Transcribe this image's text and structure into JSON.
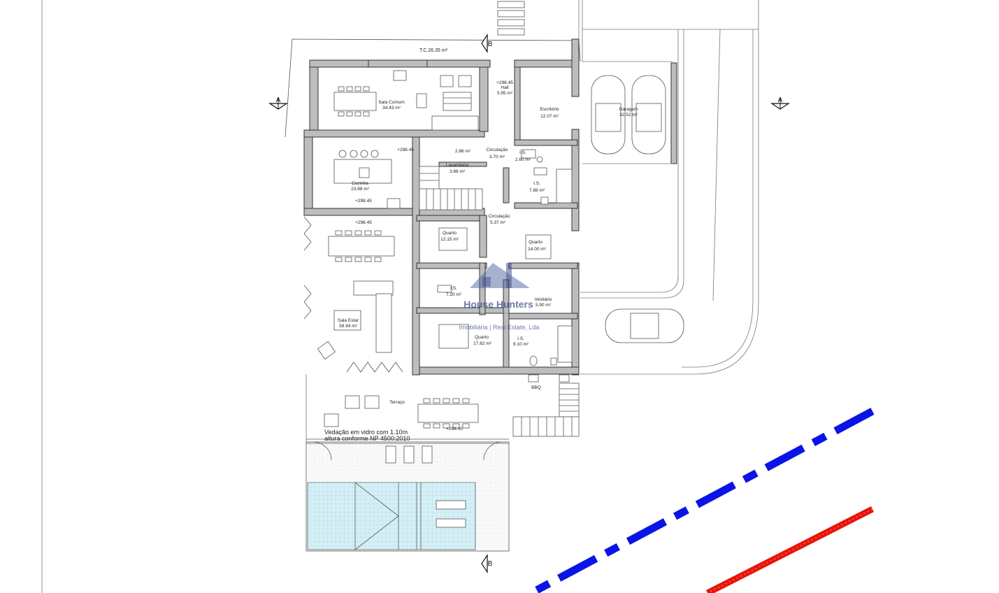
{
  "plan": {
    "tc_label": "T.C.26.35 m²",
    "section_a": "A",
    "section_b": "B",
    "levels": {
      "l1": "+298.45",
      "l2": "+298.45",
      "l3": "+298.45",
      "l4": "+298.45",
      "l5": "+298.45"
    },
    "rooms": [
      {
        "name": "Sala Comum",
        "area": "34.43 m²"
      },
      {
        "name": "Hall",
        "area": "5.95 m²"
      },
      {
        "name": "Escritório",
        "area": "12.07 m²"
      },
      {
        "name": "Garagem",
        "area": "32.52 m²"
      },
      {
        "name": "Cozinha",
        "area": "23.88 m²"
      },
      {
        "name": "Lavandaria",
        "area": "3.86 m²"
      },
      {
        "name": "Circulação",
        "area": "3.70 m²"
      },
      {
        "name": "I.S.",
        "area": "2.60 m²"
      },
      {
        "name": "I.S.",
        "area": "7.88 m²"
      },
      {
        "name": "Circulação",
        "area": "5.37 m²"
      },
      {
        "name": "Quarto",
        "area": "12.15 m²"
      },
      {
        "name": "Quarto",
        "area": "14.00 m²"
      },
      {
        "name": "I.S.",
        "area": "7.20 m²"
      },
      {
        "name": "Vestiário",
        "area": "5.90 m²"
      },
      {
        "name": "Sala Estar",
        "area": "58.94 m²"
      },
      {
        "name": "Quarto",
        "area": "17.82 m²"
      },
      {
        "name": "I.S.",
        "area": "9.10 m²"
      }
    ],
    "small_area": "2.86 m²",
    "bbq": "BBQ",
    "terrace": "Terraço",
    "note_line1": "Vedação em vidro com 1.10m",
    "note_line2": "altura conforme NP 4500:2010"
  },
  "watermark": {
    "brand": "House Hunters",
    "sub": "Imobiliária | Real Estate, Lda"
  },
  "colors": {
    "boundary_blue": "#0a14e6",
    "boundary_red": "#e8140a",
    "pool": "#d6f0f7",
    "logo": "#2a3f7a"
  }
}
